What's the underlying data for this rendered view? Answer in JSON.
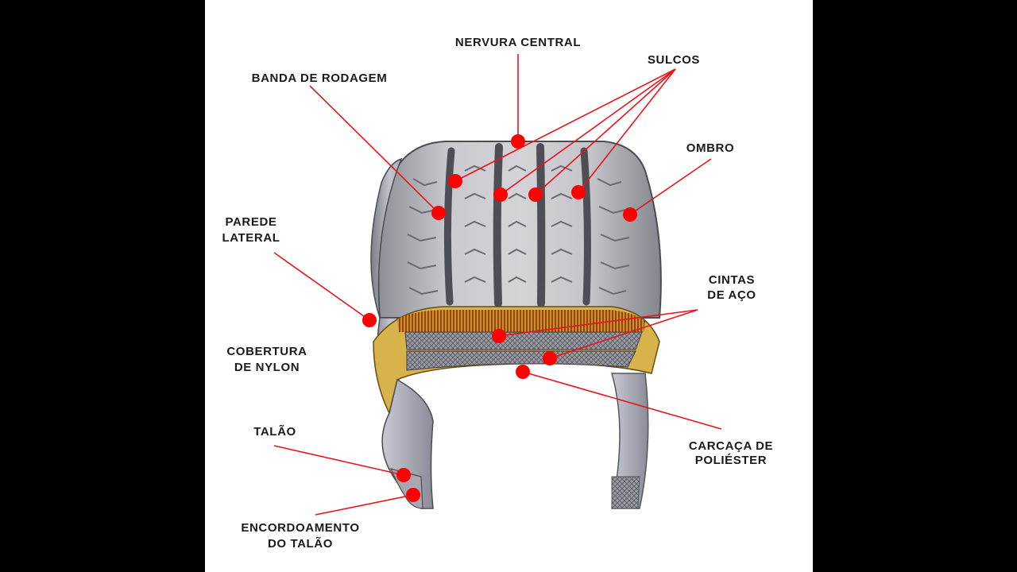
{
  "labels": {
    "nervura_central": "NERVURA CENTRAL",
    "sulcos": "SULCOS",
    "banda_de_rodagem": "BANDA DE RODAGEM",
    "ombro": "OMBRO",
    "parede_lateral_1": "PAREDE",
    "parede_lateral_2": "LATERAL",
    "cintas_de_aco_1": "CINTAS",
    "cintas_de_aco_2": "DE AÇO",
    "cobertura_de_nylon_1": "COBERTURA",
    "cobertura_de_nylon_2": "DE NYLON",
    "talao": "TALÃO",
    "carcaca_de_poliester_1": "CARCAÇA DE",
    "carcaca_de_poliester_2": "POLIÉSTER",
    "encordoamento_do_talao_1": "ENCORDOAMENTO",
    "encordoamento_do_talao_2": "DO TALÃO"
  },
  "colors": {
    "marker": "#ff0000",
    "leader": "#e8141c",
    "tread": "#b9b9bf",
    "groove": "#55555d",
    "steel_belt": "#c8791e",
    "nylon_cover": "#d2a53a",
    "carcass": "#d8b24a"
  }
}
